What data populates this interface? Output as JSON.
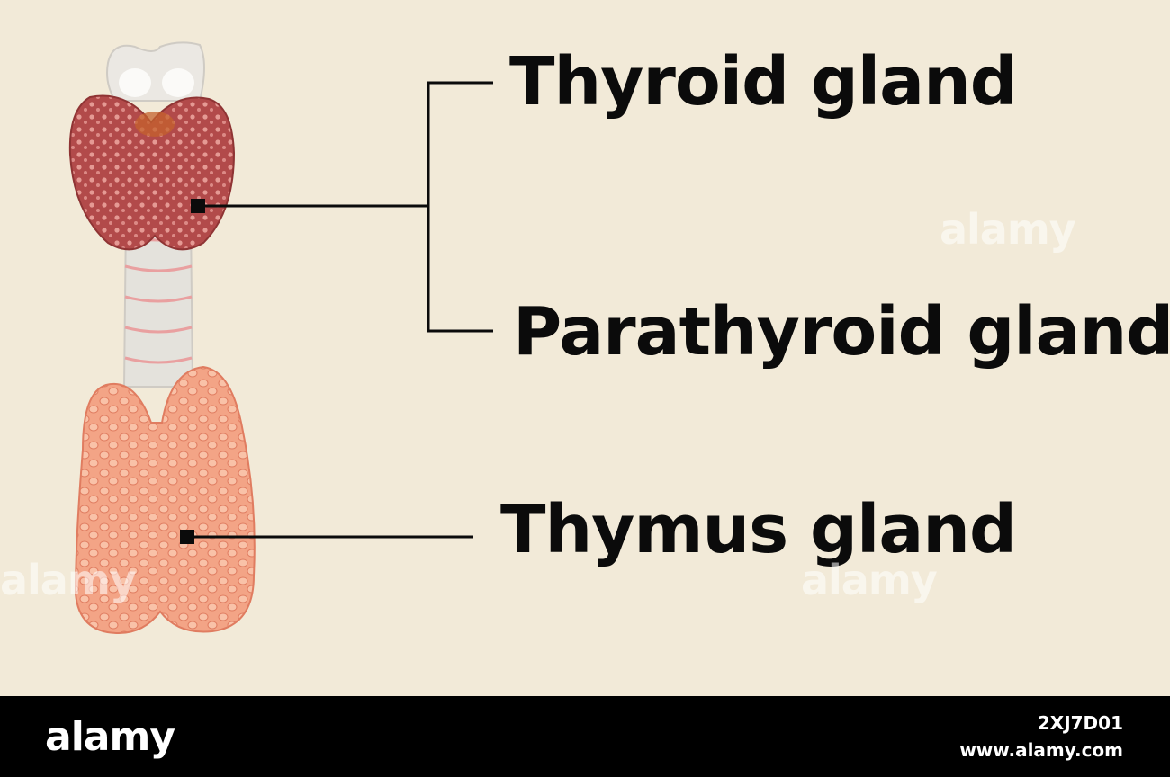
{
  "labels": {
    "thyroid": "Thyroid gland",
    "parathyroid": "Parathyroid glands",
    "thymus": "Thymus gland"
  },
  "watermark": {
    "brand": "alamy",
    "image_id": "2XJ7D01",
    "site": "www.alamy.com"
  },
  "colors": {
    "background": "#f2ead8",
    "thyroid": "#b24a4a",
    "thymus": "#f2a083",
    "trachea": "#e4e2dc",
    "leader_line": "#0b0b0b",
    "footer": "#000000"
  }
}
